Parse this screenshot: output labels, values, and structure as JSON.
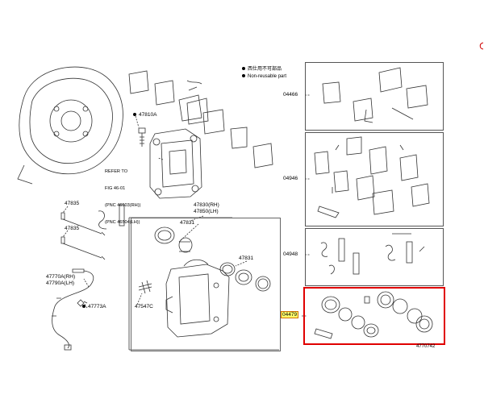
{
  "legend": {
    "item1": "西仕用不可部品",
    "item2": "Non-reusable part"
  },
  "reference": {
    "line1": "REFER TO",
    "line2": "FIG 46-01",
    "line3": "(PNC 46503(RH))",
    "line4": "(PNC 46504(LH))"
  },
  "parts": {
    "p47810A": "47810A",
    "p47835": "47835",
    "p47830": "47830(RH)",
    "p47850": "47850(LH)",
    "p47831a": "47831",
    "p47831b": "47831",
    "p47770A": "47770A(RH)",
    "p47790A": "47790A(LH)",
    "p47773A": "47773A",
    "p47547C": "47547C",
    "p04466": "04466",
    "p04946": "04946",
    "p04948": "04948",
    "p04479": "04479"
  },
  "figure_id": "4770742",
  "colors": {
    "highlight": "#e00000",
    "line": "#333333",
    "selected_code_bg": "#ffff6a"
  }
}
